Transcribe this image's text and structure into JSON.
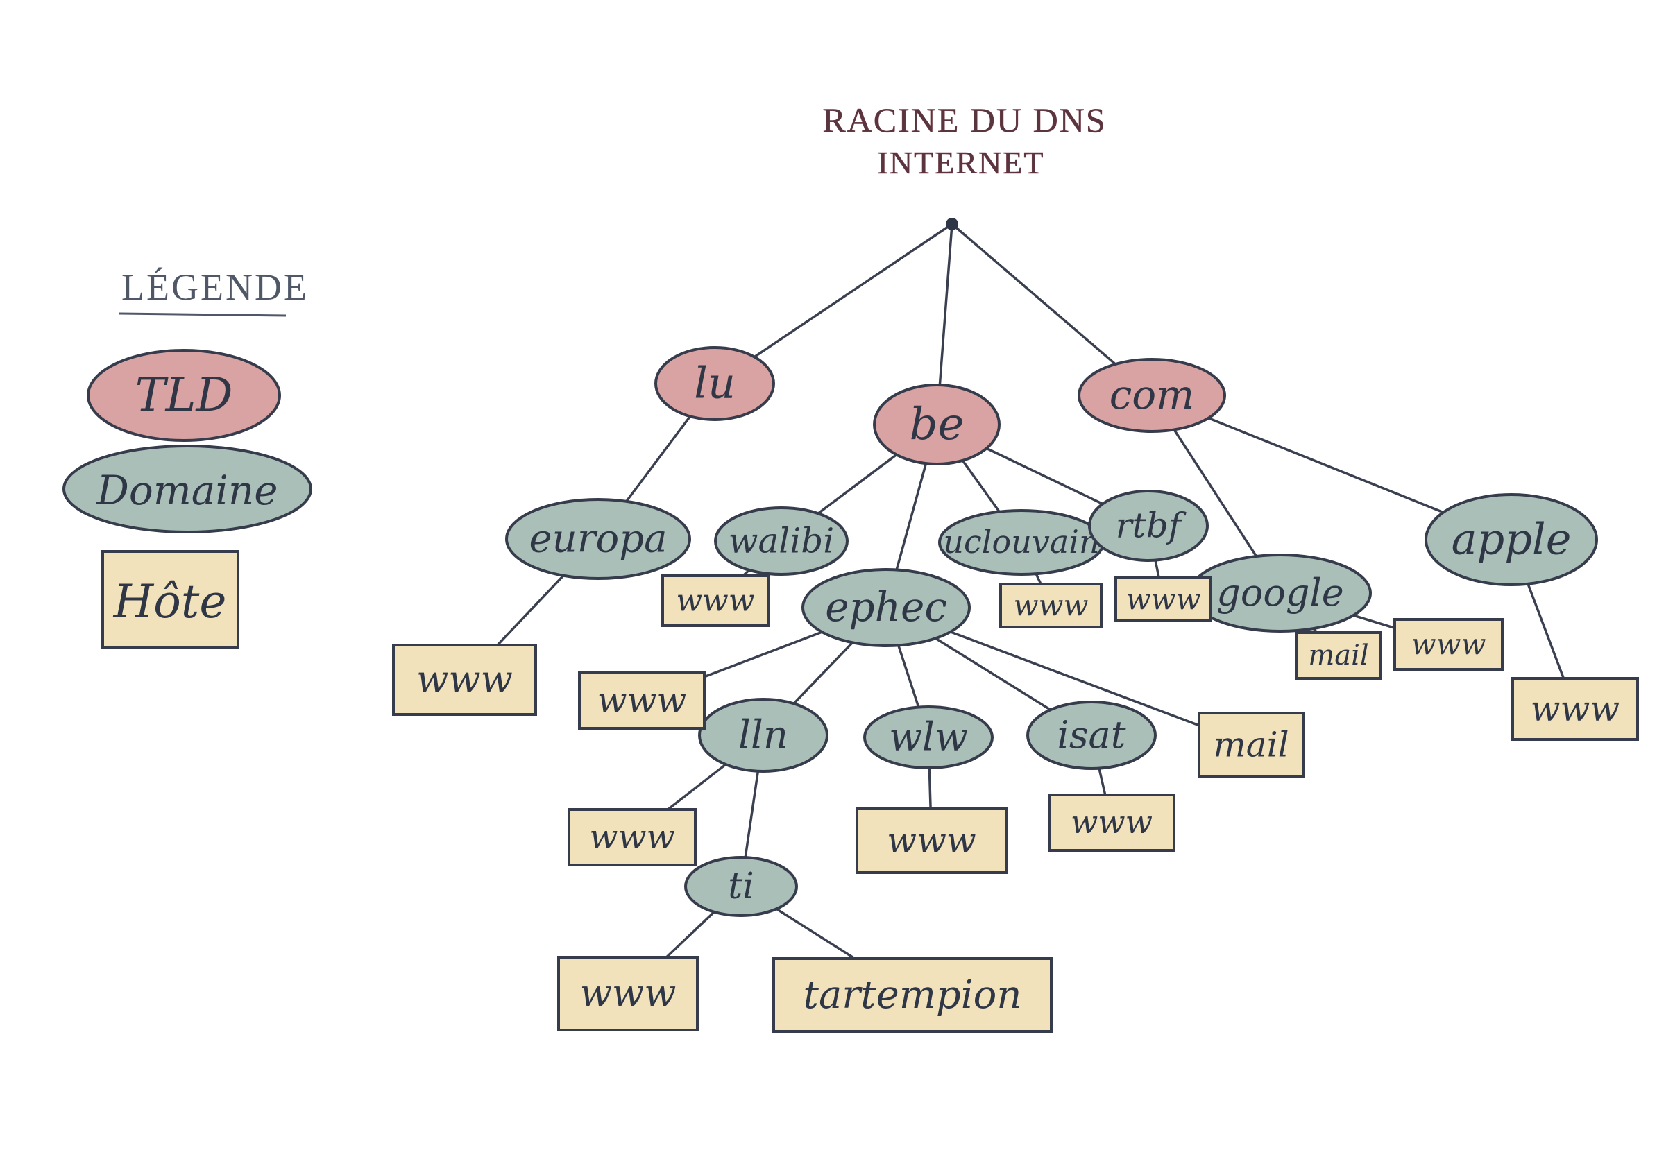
{
  "title": {
    "line1": "RACINE DU DNS",
    "line2": "INTERNET"
  },
  "legend": {
    "title": "LÉGENDE",
    "items": [
      {
        "type": "tld",
        "label": "TLD"
      },
      {
        "type": "domain",
        "label": "Domaine"
      },
      {
        "type": "host",
        "label": "Hôte"
      }
    ]
  },
  "colors": {
    "tld": "#d9a3a3",
    "domain": "#a9bfb8",
    "host": "#f1e2bc",
    "stroke": "#363c4b"
  },
  "nodes": {
    "root": {
      "label": ""
    },
    "lu": {
      "label": "lu"
    },
    "be": {
      "label": "be"
    },
    "com": {
      "label": "com"
    },
    "europa": {
      "label": "europa"
    },
    "walibi": {
      "label": "walibi"
    },
    "uclouvain": {
      "label": "uclouvain"
    },
    "rtbf": {
      "label": "rtbf"
    },
    "ephec": {
      "label": "ephec"
    },
    "google": {
      "label": "google"
    },
    "apple": {
      "label": "apple"
    },
    "lln": {
      "label": "lln"
    },
    "wlw": {
      "label": "wlw"
    },
    "isat": {
      "label": "isat"
    },
    "ti": {
      "label": "ti"
    },
    "h_europa_www": {
      "label": "www"
    },
    "h_walibi_www": {
      "label": "www"
    },
    "h_uclouvain_www": {
      "label": "www"
    },
    "h_rtbf_www": {
      "label": "www"
    },
    "h_google_mail": {
      "label": "mail"
    },
    "h_google_www": {
      "label": "www"
    },
    "h_apple_www": {
      "label": "www"
    },
    "h_ephec_www": {
      "label": "www"
    },
    "h_ephec_mail": {
      "label": "mail"
    },
    "h_lln_www": {
      "label": "www"
    },
    "h_wlw_www": {
      "label": "www"
    },
    "h_isat_www": {
      "label": "www"
    },
    "h_ti_www": {
      "label": "www"
    },
    "h_ti_tartempion": {
      "label": "tartempion"
    }
  },
  "edges": [
    [
      "root",
      "lu"
    ],
    [
      "root",
      "be"
    ],
    [
      "root",
      "com"
    ],
    [
      "lu",
      "europa"
    ],
    [
      "europa",
      "h_europa_www"
    ],
    [
      "be",
      "walibi"
    ],
    [
      "be",
      "uclouvain"
    ],
    [
      "be",
      "rtbf"
    ],
    [
      "be",
      "ephec"
    ],
    [
      "walibi",
      "h_walibi_www"
    ],
    [
      "uclouvain",
      "h_uclouvain_www"
    ],
    [
      "rtbf",
      "h_rtbf_www"
    ],
    [
      "com",
      "google"
    ],
    [
      "com",
      "apple"
    ],
    [
      "google",
      "h_google_mail"
    ],
    [
      "google",
      "h_google_www"
    ],
    [
      "apple",
      "h_apple_www"
    ],
    [
      "ephec",
      "h_ephec_www"
    ],
    [
      "ephec",
      "lln"
    ],
    [
      "ephec",
      "wlw"
    ],
    [
      "ephec",
      "isat"
    ],
    [
      "ephec",
      "h_ephec_mail"
    ],
    [
      "lln",
      "h_lln_www"
    ],
    [
      "lln",
      "ti"
    ],
    [
      "wlw",
      "h_wlw_www"
    ],
    [
      "isat",
      "h_isat_www"
    ],
    [
      "ti",
      "h_ti_www"
    ],
    [
      "ti",
      "h_ti_tartempion"
    ]
  ]
}
